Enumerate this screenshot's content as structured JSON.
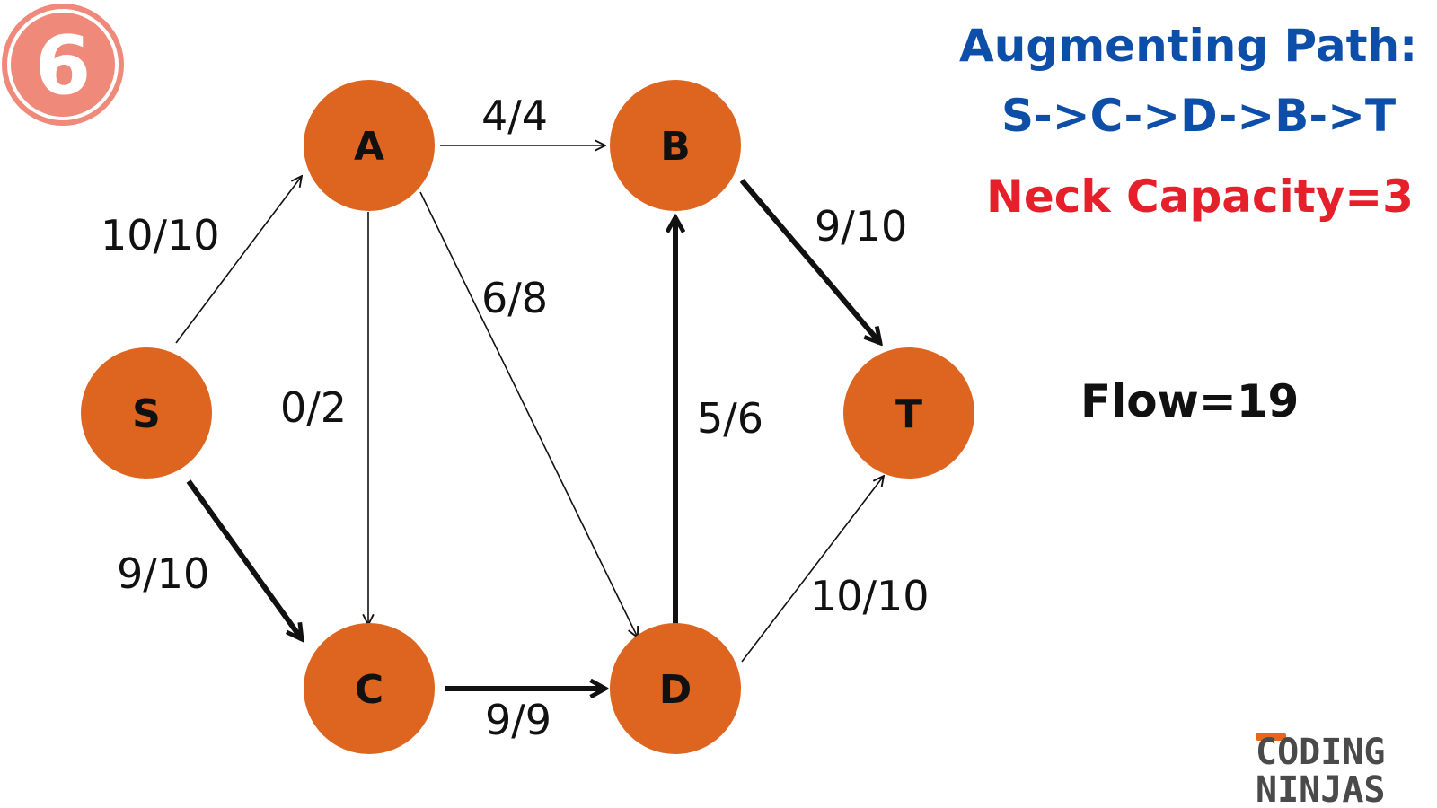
{
  "step_number": "6",
  "nodes": {
    "S": "S",
    "A": "A",
    "B": "B",
    "C": "C",
    "D": "D",
    "T": "T"
  },
  "edges": {
    "S_A": "10/10",
    "S_C": "9/10",
    "A_B": "4/4",
    "A_C": "0/2",
    "A_D": "6/8",
    "C_D": "9/9",
    "D_B": "5/6",
    "B_T": "9/10",
    "D_T": "10/10"
  },
  "panel": {
    "augmenting_title": "Augmenting Path:",
    "augmenting_path": "S->C->D->B->T",
    "neck_capacity": "Neck Capacity=3",
    "flow": "Flow=19"
  },
  "logo": {
    "line1": "CODING",
    "line2": "NINJAS"
  },
  "colors": {
    "node_fill": "#de6520",
    "step_badge": "#ef8a7a",
    "path_blue": "#0d4fa8",
    "neck_red": "#e5202a",
    "logo_orange": "#e8651e",
    "logo_gray": "#4a4a4a"
  }
}
